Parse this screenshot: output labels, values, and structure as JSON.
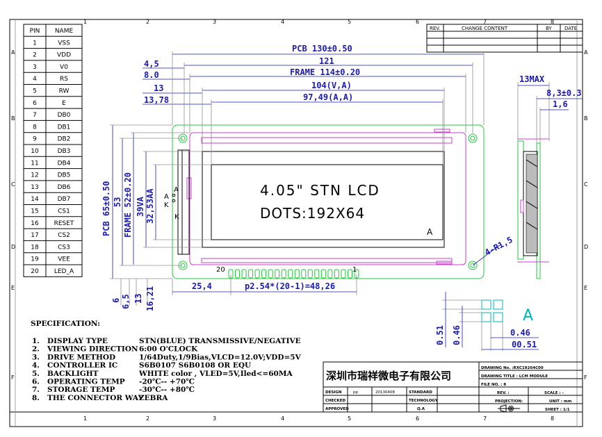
{
  "grid": {
    "columns": [
      "1",
      "2",
      "3",
      "4",
      "5",
      "6",
      "7",
      "8"
    ],
    "rows": [
      "A",
      "B",
      "C",
      "D",
      "E",
      "F"
    ]
  },
  "pins": {
    "header": [
      "PIN",
      "NAME"
    ],
    "rows": [
      [
        "1",
        "VSS"
      ],
      [
        "2",
        "VDD"
      ],
      [
        "3",
        "V0"
      ],
      [
        "4",
        "RS"
      ],
      [
        "5",
        "RW"
      ],
      [
        "6",
        "E"
      ],
      [
        "7",
        "DB0"
      ],
      [
        "8",
        "DB1"
      ],
      [
        "9",
        "DB2"
      ],
      [
        "10",
        "DB3"
      ],
      [
        "11",
        "DB4"
      ],
      [
        "12",
        "DB5"
      ],
      [
        "13",
        "DB6"
      ],
      [
        "14",
        "DB7"
      ],
      [
        "15",
        "CS1"
      ],
      [
        "16",
        "RESET"
      ],
      [
        "17",
        "CS2"
      ],
      [
        "18",
        "CS3"
      ],
      [
        "19",
        "VEE"
      ],
      [
        "20",
        "LED_A"
      ]
    ]
  },
  "revision": {
    "rev": "REV.",
    "change": "CHANGE CONTENT",
    "by": "BY",
    "date": "DATE"
  },
  "dims": {
    "pcb_w": "PCB 130±0.50",
    "d121": "121",
    "frame_w": "FRAME 114±0.20",
    "va_w": "104(V,A)",
    "aa_w": "97,49(A,A)",
    "l45": "4,5",
    "l80": "8.0",
    "l13": "13",
    "l1378": "13,78",
    "max13": "13MAX",
    "t83": "8,3±0.3",
    "t16": "1,6",
    "pcb_h": "PCB 65±0.50",
    "d53": "53",
    "frame_h": "FRAME 52±0.20",
    "va_h": "39VA",
    "aa_h": "32,53AA",
    "b6": "6",
    "b65": "6,5",
    "b13": "13",
    "b1621": "16,21",
    "b254": "25,4",
    "pitch": "p2.54*(20-1)=48,26",
    "hole": "4-R1,5",
    "p051": "0.51",
    "p046": "0.46",
    "p046b": "0.46",
    "p051b": "00.51"
  },
  "lcd": {
    "line1": "4.05\" STN LCD",
    "line2": "DOTS:192X64",
    "a_small": "A",
    "a_big": "A",
    "side_a": "A",
    "side_k": "K",
    "side_a2": "A",
    "side_k2": "K",
    "pin20": "20",
    "pin1": "1"
  },
  "spec": {
    "title": "SPECIFICATION:",
    "items": [
      {
        "n": "1.",
        "label": "DISPLAY TYPE",
        "value": "STN(BLUE) TRANSMISSIVE/NEGATIVE"
      },
      {
        "n": "2.",
        "label": "VIEWING DIRECTION",
        "value": "6:00 O'CLOCK"
      },
      {
        "n": "3.",
        "label": "DRIVE METHOD",
        "value": "1/64Duty,1/9Bias,VLCD=12.0V;VDD=5V"
      },
      {
        "n": "4.",
        "label": "CONTROLLER IC",
        "value": "S6B0107 S6B0108 OR EQU"
      },
      {
        "n": "5.",
        "label": "BACKLIGHT",
        "value": "WHITE color , VLED=5V,Iled<=60MA"
      },
      {
        "n": "6.",
        "label": "OPERATING TEMP",
        "value": "-20℃-- +70℃"
      },
      {
        "n": "7.",
        "label": "STORAGE TEMP",
        "value": "-30℃-- +80℃"
      },
      {
        "n": "8.",
        "label": "THE CONNECTOR WAY",
        "value": "ZEBRA"
      }
    ]
  },
  "title_block": {
    "company": "深圳市瑞祥微电子有限公司",
    "drawing_no": "DRAWING No. :RXC19264C00",
    "drawing_title": "DRAWING TITLE : LCM MODULE",
    "file_no": "FILE NO. : 8",
    "design": "DESIGN",
    "design_by": "pp",
    "design_date": "20130408",
    "checked": "CHECKED",
    "approved": "APPROVED",
    "standard": "STANDARD",
    "technology": "TECHNOLOGY",
    "qa": "Q.A",
    "rev": "REV. :",
    "projection": "PROJECTION:",
    "scale": "SCALE : -",
    "unit": "UNIT : mm",
    "sheet": "SHEET : 1/1"
  }
}
